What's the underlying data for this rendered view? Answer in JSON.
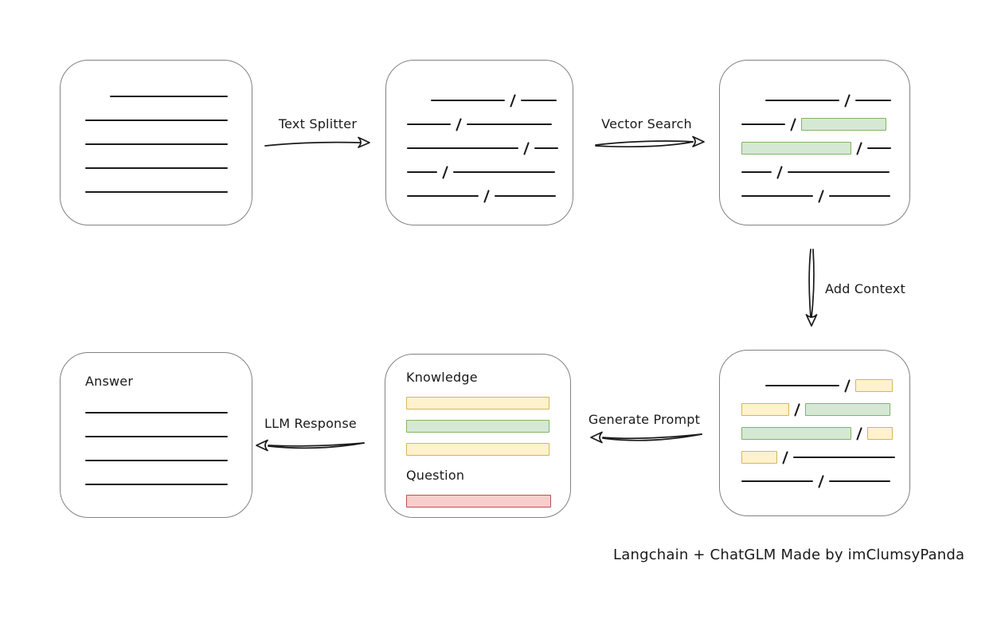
{
  "canvas": {
    "background": "#ffffff"
  },
  "colors": {
    "canvas_bg": "#ffffff",
    "ink": "#1a1a1a",
    "box_border": "#828282",
    "green_fill": "#d5e8d4",
    "green_border": "#82b366",
    "yellow_fill": "#fff2cc",
    "yellow_border": "#d6b656",
    "red_fill": "#f8cecc",
    "red_border": "#b85450"
  },
  "arrows": {
    "text_splitter": {
      "label": "Text Splitter",
      "direction": "right"
    },
    "vector_search": {
      "label": "Vector Search",
      "direction": "right"
    },
    "add_context": {
      "label": "Add Context",
      "direction": "down"
    },
    "generate_prompt": {
      "label": "Generate Prompt",
      "direction": "left"
    },
    "llm_response": {
      "label": "LLM Response",
      "direction": "left"
    }
  },
  "boxes": {
    "source_document": {
      "description": "original document with plain text lines",
      "rows": [
        {
          "type": "row",
          "indent": 31,
          "segments": [
            {
              "kind": "line",
              "w": 148
            }
          ]
        },
        {
          "type": "row",
          "segments": [
            {
              "kind": "line",
              "w": 179
            }
          ]
        },
        {
          "type": "row",
          "segments": [
            {
              "kind": "line",
              "w": 179
            }
          ]
        },
        {
          "type": "row",
          "segments": [
            {
              "kind": "line",
              "w": 179
            }
          ]
        },
        {
          "type": "row",
          "segments": [
            {
              "kind": "line",
              "w": 179
            }
          ]
        }
      ]
    },
    "split_chunks": {
      "description": "document split into chunks by slashes",
      "rows": [
        {
          "type": "row",
          "indent": 30,
          "segments": [
            {
              "kind": "line",
              "w": 93
            },
            {
              "kind": "line",
              "w": 45
            }
          ]
        },
        {
          "type": "row",
          "segments": [
            {
              "kind": "line",
              "w": 55
            },
            {
              "kind": "line",
              "w": 107
            }
          ]
        },
        {
          "type": "row",
          "segments": [
            {
              "kind": "line",
              "w": 140
            },
            {
              "kind": "line",
              "w": 30
            }
          ]
        },
        {
          "type": "row",
          "segments": [
            {
              "kind": "line",
              "w": 38
            },
            {
              "kind": "line",
              "w": 128
            }
          ]
        },
        {
          "type": "row",
          "segments": [
            {
              "kind": "line",
              "w": 90
            },
            {
              "kind": "line",
              "w": 77
            }
          ]
        }
      ]
    },
    "matched_chunks": {
      "description": "chunks matched by vector search highlighted green",
      "rows": [
        {
          "type": "row",
          "indent": 30,
          "segments": [
            {
              "kind": "line",
              "w": 93
            },
            {
              "kind": "line",
              "w": 45
            }
          ]
        },
        {
          "type": "row",
          "segments": [
            {
              "kind": "line",
              "w": 55
            },
            {
              "kind": "green",
              "w": 107
            }
          ]
        },
        {
          "type": "row",
          "segments": [
            {
              "kind": "green",
              "w": 138
            },
            {
              "kind": "line",
              "w": 30
            }
          ]
        },
        {
          "type": "row",
          "segments": [
            {
              "kind": "line",
              "w": 38
            },
            {
              "kind": "line",
              "w": 128
            }
          ]
        },
        {
          "type": "row",
          "segments": [
            {
              "kind": "line",
              "w": 90
            },
            {
              "kind": "line",
              "w": 77
            }
          ]
        }
      ]
    },
    "context_chunks": {
      "description": "matched chunks with neighboring context highlighted yellow",
      "rows": [
        {
          "type": "row",
          "indent": 30,
          "segments": [
            {
              "kind": "line",
              "w": 93
            },
            {
              "kind": "yellow",
              "w": 47
            }
          ]
        },
        {
          "type": "row",
          "segments": [
            {
              "kind": "yellow",
              "w": 60
            },
            {
              "kind": "green",
              "w": 107
            }
          ]
        },
        {
          "type": "row",
          "segments": [
            {
              "kind": "green",
              "w": 138
            },
            {
              "kind": "yellow",
              "w": 32
            }
          ]
        },
        {
          "type": "row",
          "segments": [
            {
              "kind": "yellow",
              "w": 45
            },
            {
              "kind": "line",
              "w": 128
            }
          ]
        },
        {
          "type": "row",
          "segments": [
            {
              "kind": "line",
              "w": 90
            },
            {
              "kind": "line",
              "w": 77
            }
          ]
        }
      ]
    },
    "prompt": {
      "description": "generated prompt with knowledge bars and question bar",
      "rows": [
        {
          "type": "heading",
          "text": "Knowledge"
        },
        {
          "type": "row",
          "segments": [
            {
              "kind": "yellow",
              "w": 180
            }
          ]
        },
        {
          "type": "row",
          "segments": [
            {
              "kind": "green",
              "w": 180
            }
          ]
        },
        {
          "type": "row",
          "segments": [
            {
              "kind": "yellow",
              "w": 180
            }
          ]
        },
        {
          "type": "heading",
          "text": "Question"
        },
        {
          "type": "row",
          "segments": [
            {
              "kind": "red",
              "w": 182
            }
          ]
        }
      ]
    },
    "answer": {
      "description": "LLM answer with text lines",
      "rows": [
        {
          "type": "heading",
          "text": "Answer"
        },
        {
          "type": "row",
          "segments": [
            {
              "kind": "line",
              "w": 179
            }
          ]
        },
        {
          "type": "row",
          "segments": [
            {
              "kind": "line",
              "w": 179
            }
          ]
        },
        {
          "type": "row",
          "segments": [
            {
              "kind": "line",
              "w": 179
            }
          ]
        },
        {
          "type": "row",
          "segments": [
            {
              "kind": "line",
              "w": 179
            }
          ]
        }
      ]
    }
  },
  "footer": {
    "credit": "Langchain + ChatGLM Made by imClumsyPanda"
  }
}
